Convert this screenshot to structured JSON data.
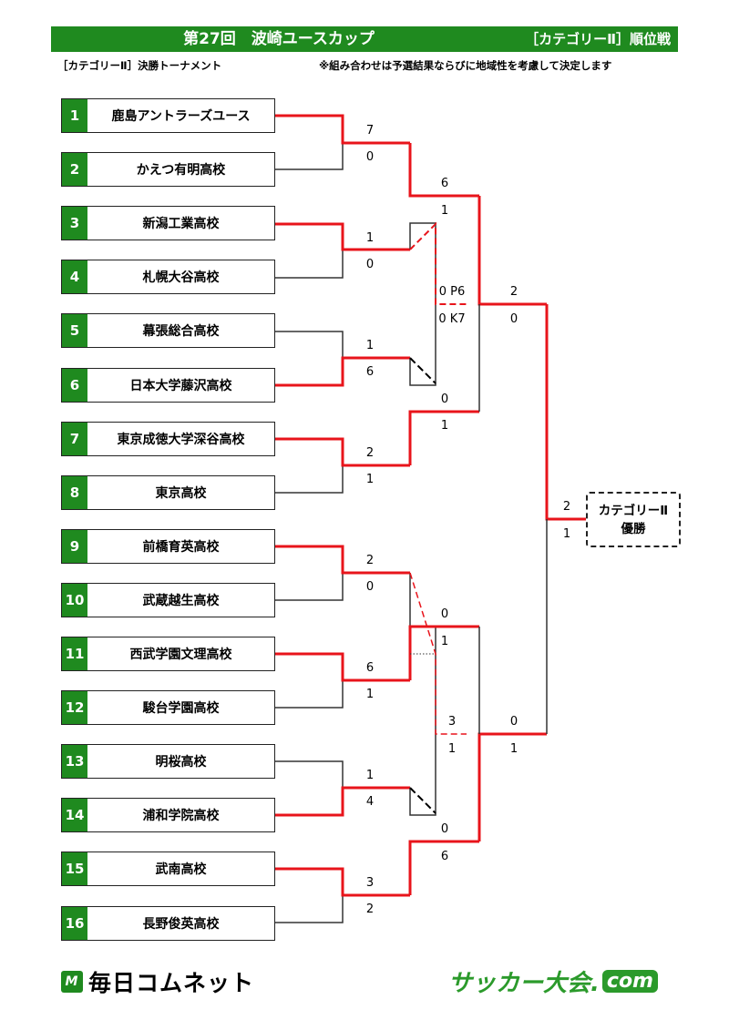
{
  "header": {
    "title": "第27回　波崎ユースカップ",
    "category": "［カテゴリーⅡ］順位戦",
    "bg": "#1f8a1f"
  },
  "subheader": {
    "left": "［カテゴリーⅡ］決勝トーナメント",
    "right": "※組み合わせは予選結果ならびに地域性を考慮して決定します"
  },
  "teams": [
    {
      "num": "1",
      "name": "鹿島アントラーズユース"
    },
    {
      "num": "2",
      "name": "かえつ有明高校"
    },
    {
      "num": "3",
      "name": "新潟工業高校"
    },
    {
      "num": "4",
      "name": "札幌大谷高校"
    },
    {
      "num": "5",
      "name": "幕張総合高校"
    },
    {
      "num": "6",
      "name": "日本大学藤沢高校"
    },
    {
      "num": "7",
      "name": "東京成徳大学深谷高校"
    },
    {
      "num": "8",
      "name": "東京高校"
    },
    {
      "num": "9",
      "name": "前橋育英高校"
    },
    {
      "num": "10",
      "name": "武蔵越生高校"
    },
    {
      "num": "11",
      "name": "西武学園文理高校"
    },
    {
      "num": "12",
      "name": "駿台学園高校"
    },
    {
      "num": "13",
      "name": "明桜高校"
    },
    {
      "num": "14",
      "name": "浦和学院高校"
    },
    {
      "num": "15",
      "name": "武南高校"
    },
    {
      "num": "16",
      "name": "長野俊英高校"
    }
  ],
  "scores": {
    "r1": [
      "7",
      "0",
      "1",
      "0",
      "1",
      "6",
      "2",
      "1",
      "2",
      "0",
      "6",
      "1",
      "1",
      "4",
      "3",
      "2"
    ],
    "r2_top": [
      "6",
      "1",
      "0",
      "1"
    ],
    "r2_bottom": [
      "0",
      "1",
      "0",
      "6"
    ],
    "pk_top": [
      "0 P6",
      "0 K7"
    ],
    "pk_bottom": [
      "3",
      "1"
    ],
    "semis": [
      "2",
      "0",
      "0",
      "1"
    ],
    "final": [
      "2",
      "1"
    ]
  },
  "champion": {
    "line1": "カテゴリーⅡ",
    "line2": "優勝"
  },
  "colors": {
    "win": "#e8141b",
    "line": "#333333",
    "green": "#1f8a1f"
  },
  "logos": {
    "left": "毎日コムネット",
    "left_mark": "M",
    "right": "サッカー大会.",
    "right_domain": "com"
  }
}
